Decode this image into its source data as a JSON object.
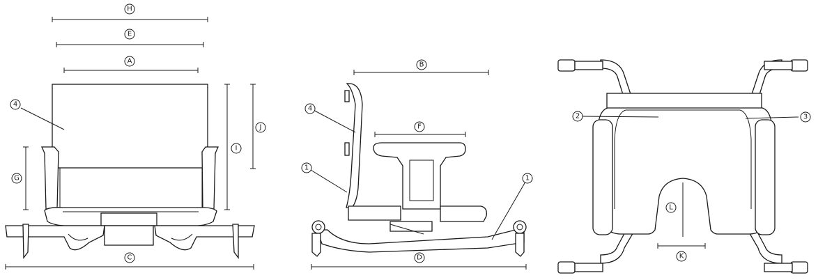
{
  "dimension_labels": {
    "A": "A",
    "B": "B",
    "C": "C",
    "D": "D",
    "E": "E",
    "F": "F",
    "G": "G",
    "H": "H",
    "I": "I",
    "J": "J",
    "K": "K",
    "L": "L"
  },
  "part_labels": {
    "one": "1",
    "two": "2",
    "three": "3",
    "four": "4"
  },
  "colors": {
    "line": "#1a1a1a",
    "background": "#ffffff"
  }
}
